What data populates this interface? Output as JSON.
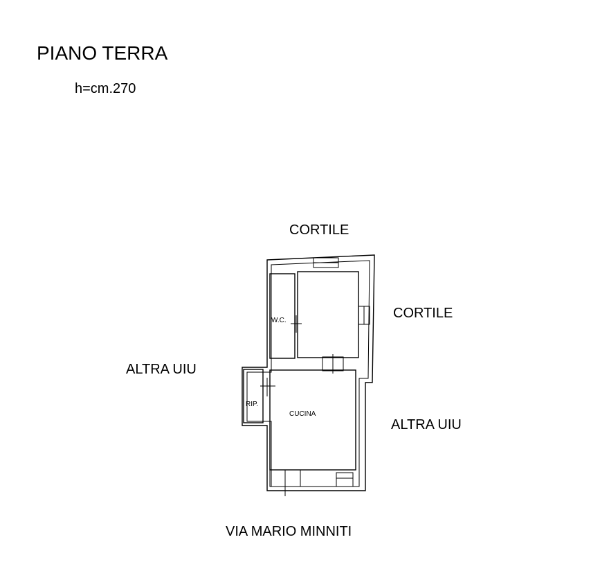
{
  "title": "PIANO TERRA",
  "height_note": "h=cm.270",
  "labels": {
    "north": "CORTILE",
    "east_upper": "CORTILE",
    "west": "ALTRA UIU",
    "east_lower": "ALTRA UIU",
    "street": "VIA MARIO MINNITI"
  },
  "rooms": {
    "wc": "W.C.",
    "storage": "RIP.",
    "kitchen": "CUCINA"
  }
}
